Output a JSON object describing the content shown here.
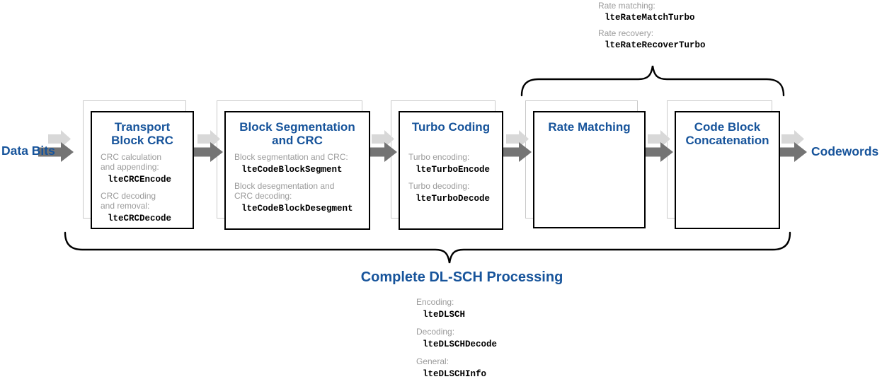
{
  "diagram": {
    "input_label": "Data Bits",
    "output_label": "Codewords",
    "blocks": [
      {
        "title": "Transport\nBlock CRC",
        "entries": [
          {
            "label": "CRC calculation\nand appending:",
            "code": "lteCRCEncode"
          },
          {
            "label": "CRC decoding\nand removal:",
            "code": "lteCRCDecode"
          }
        ]
      },
      {
        "title": "Block Segmentation\nand CRC",
        "entries": [
          {
            "label": "Block segmentation and CRC:",
            "code": "lteCodeBlockSegment"
          },
          {
            "label": "Block desegmentation and\nCRC decoding:",
            "code": "lteCodeBlockDesegment"
          }
        ]
      },
      {
        "title": "Turbo Coding",
        "entries": [
          {
            "label": "Turbo encoding:",
            "code": "lteTurboEncode"
          },
          {
            "label": "Turbo decoding:",
            "code": "lteTurboDecode"
          }
        ]
      },
      {
        "title": "Rate Matching",
        "entries": []
      },
      {
        "title": "Code Block\nConcatenation",
        "entries": []
      }
    ],
    "top_annotation": {
      "entries": [
        {
          "label": "Rate matching:",
          "code": "lteRateMatchTurbo"
        },
        {
          "label": "Rate recovery:",
          "code": "lteRateRecoverTurbo"
        }
      ]
    },
    "bottom_annotation": {
      "title": "Complete DL-SCH Processing",
      "entries": [
        {
          "label": "Encoding:",
          "code": "lteDLSCH"
        },
        {
          "label": "Decoding:",
          "code": "lteDLSCHDecode"
        },
        {
          "label": "General:",
          "code": "lteDLSCHInfo"
        }
      ]
    },
    "colors": {
      "accent_blue": "#17549b",
      "label_gray": "#9b9b9b",
      "arrow_dark": "#747474",
      "arrow_light": "#d8d8d8",
      "shadow_border": "#c9c9c9",
      "block_border": "#000000"
    }
  }
}
